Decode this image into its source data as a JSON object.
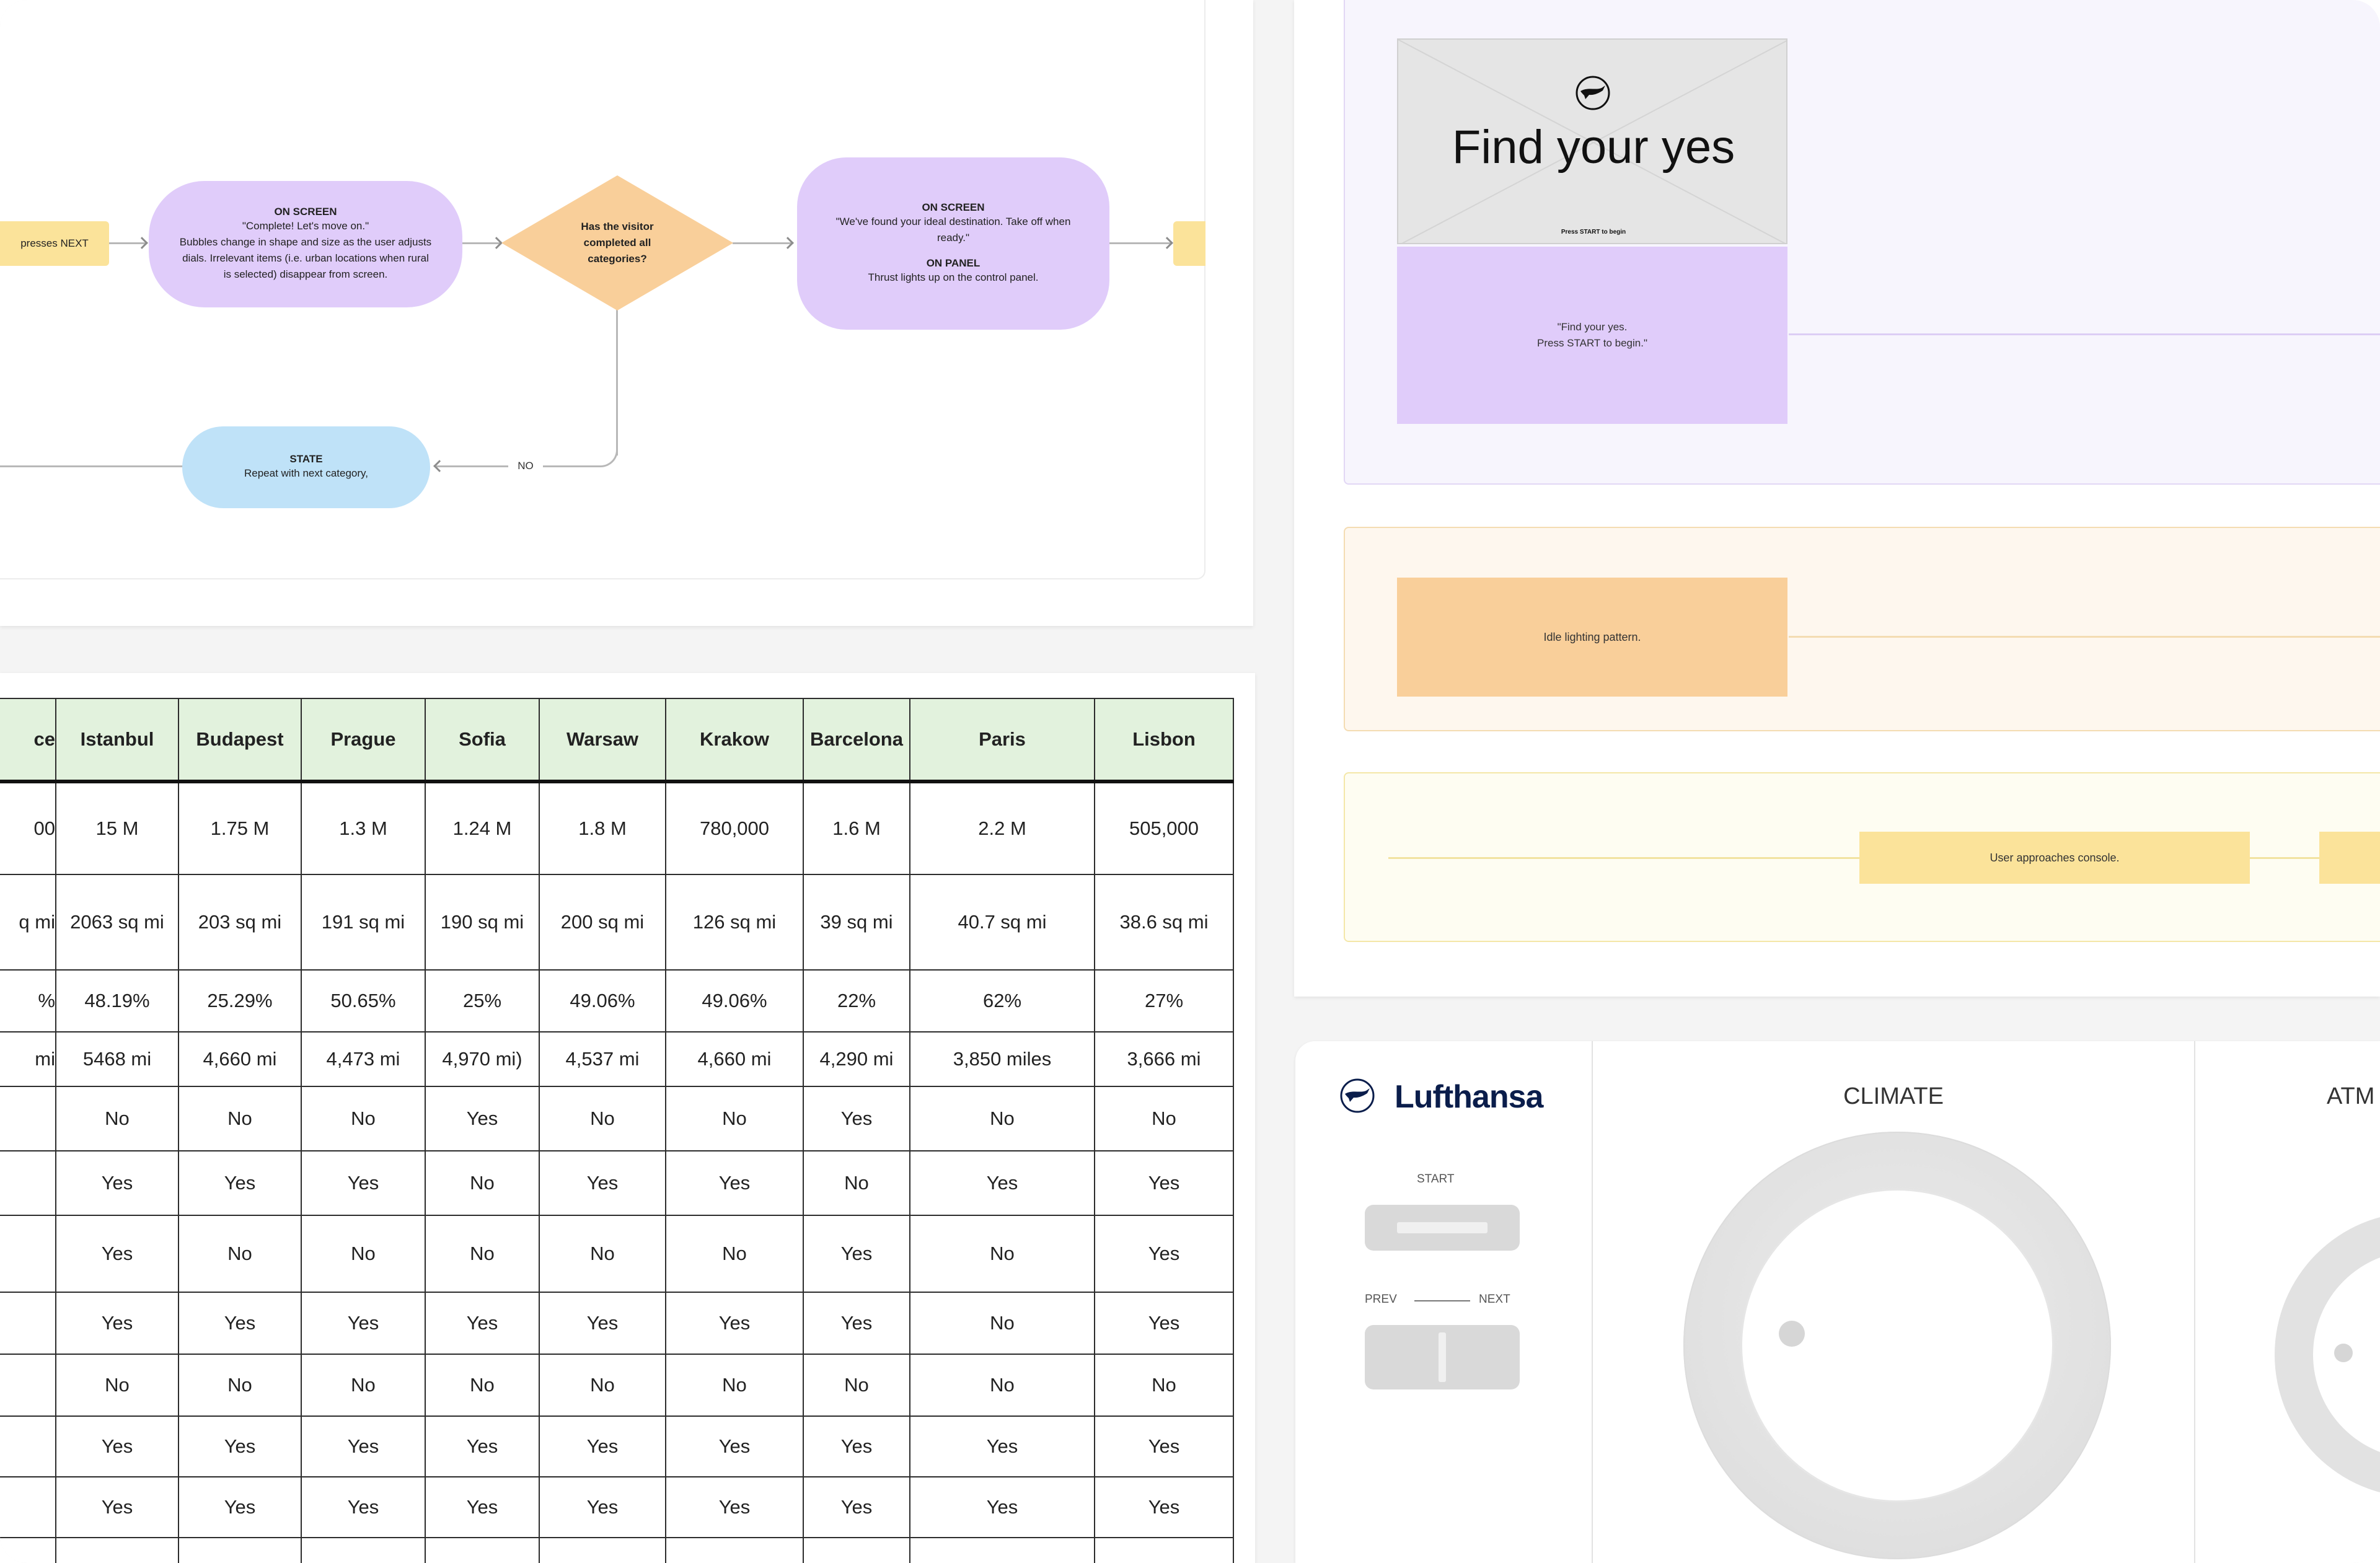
{
  "flowchart": {
    "nodes": {
      "left_cut": {
        "text": "presses NEXT"
      },
      "complete": {
        "heading": "ON SCREEN",
        "text": "\"Complete! Let's move on.\"\nBubbles change in shape and size as the user adjusts\ndials. Irrelevant items (i.e. urban locations when rural\nis selected) disappear from screen."
      },
      "decision": {
        "text": "Has the visitor\ncompleted all\ncategories?"
      },
      "found": {
        "heading": "ON SCREEN",
        "text": "\"We've found your ideal destination. Take off when\nready.\"",
        "heading2": "ON PANEL",
        "text2": "Thrust lights up on the control panel."
      },
      "state": {
        "heading": "STATE",
        "text": "Repeat with next category,"
      },
      "right_cut": {
        "text": ""
      }
    },
    "edge_no_label": "NO"
  },
  "comparison_table": {
    "columns": [
      "ce",
      "Istanbul",
      "Budapest",
      "Prague",
      "Sofia",
      "Warsaw",
      "Krakow",
      "Barcelona",
      "Paris",
      "Lisbon"
    ],
    "rows": [
      [
        "00",
        "15 M",
        "1.75 M",
        "1.3 M",
        "1.24 M",
        "1.8 M",
        "780,000",
        "1.6 M",
        "2.2 M",
        "505,000"
      ],
      [
        "q mi",
        "2063 sq mi",
        "203 sq mi",
        "191 sq mi",
        "190 sq mi",
        "200 sq mi",
        "126 sq mi",
        "39 sq mi",
        "40.7 sq mi",
        "38.6 sq mi"
      ],
      [
        "%",
        "48.19%",
        "25.29%",
        "50.65%",
        "25%",
        "49.06%",
        "49.06%",
        "22%",
        "62%",
        "27%"
      ],
      [
        "mi",
        "5468 mi",
        "4,660 mi",
        "4,473 mi",
        "4,970 mi)",
        "4,537 mi",
        "4,660 mi",
        "4,290 mi",
        "3,850 miles",
        "3,666 mi"
      ],
      [
        "",
        "No",
        "No",
        "No",
        "Yes",
        "No",
        "No",
        "Yes",
        "No",
        "No"
      ],
      [
        "",
        "Yes",
        "Yes",
        "Yes",
        "No",
        "Yes",
        "Yes",
        "No",
        "Yes",
        "Yes"
      ],
      [
        "",
        "Yes",
        "No",
        "No",
        "No",
        "No",
        "No",
        "Yes",
        "No",
        "Yes"
      ],
      [
        "",
        "Yes",
        "Yes",
        "Yes",
        "Yes",
        "Yes",
        "Yes",
        "Yes",
        "No",
        "Yes"
      ],
      [
        "",
        "No",
        "No",
        "No",
        "No",
        "No",
        "No",
        "No",
        "No",
        "No"
      ],
      [
        "",
        "Yes",
        "Yes",
        "Yes",
        "Yes",
        "Yes",
        "Yes",
        "Yes",
        "Yes",
        "Yes"
      ],
      [
        "",
        "Yes",
        "Yes",
        "Yes",
        "Yes",
        "Yes",
        "Yes",
        "Yes",
        "Yes",
        "Yes"
      ],
      [
        "",
        "",
        "",
        "",
        "",
        "",
        "",
        "",
        "",
        ""
      ]
    ]
  },
  "storyboard": {
    "screen": {
      "title": "Find your yes",
      "subtitle": "Press START to begin"
    },
    "screen_lane_text": "\"Find your yes.\nPress START to begin.\"",
    "lighting_lane_text": "Idle lighting pattern.",
    "user_lane_text": "User approaches console."
  },
  "controller": {
    "brand": "Lufthansa",
    "start_label": "START",
    "prev_label": "PREV",
    "next_label": "NEXT",
    "climate_label": "CLIMATE",
    "atmosphere_label": "ATM"
  },
  "colors": {
    "purple": "#e0ccfa",
    "blue": "#bfe2f8",
    "yellow": "#fbe39a",
    "orange": "#f9cf9a",
    "table_header": "#e2f2dd",
    "brand_navy": "#0a1d4b"
  }
}
